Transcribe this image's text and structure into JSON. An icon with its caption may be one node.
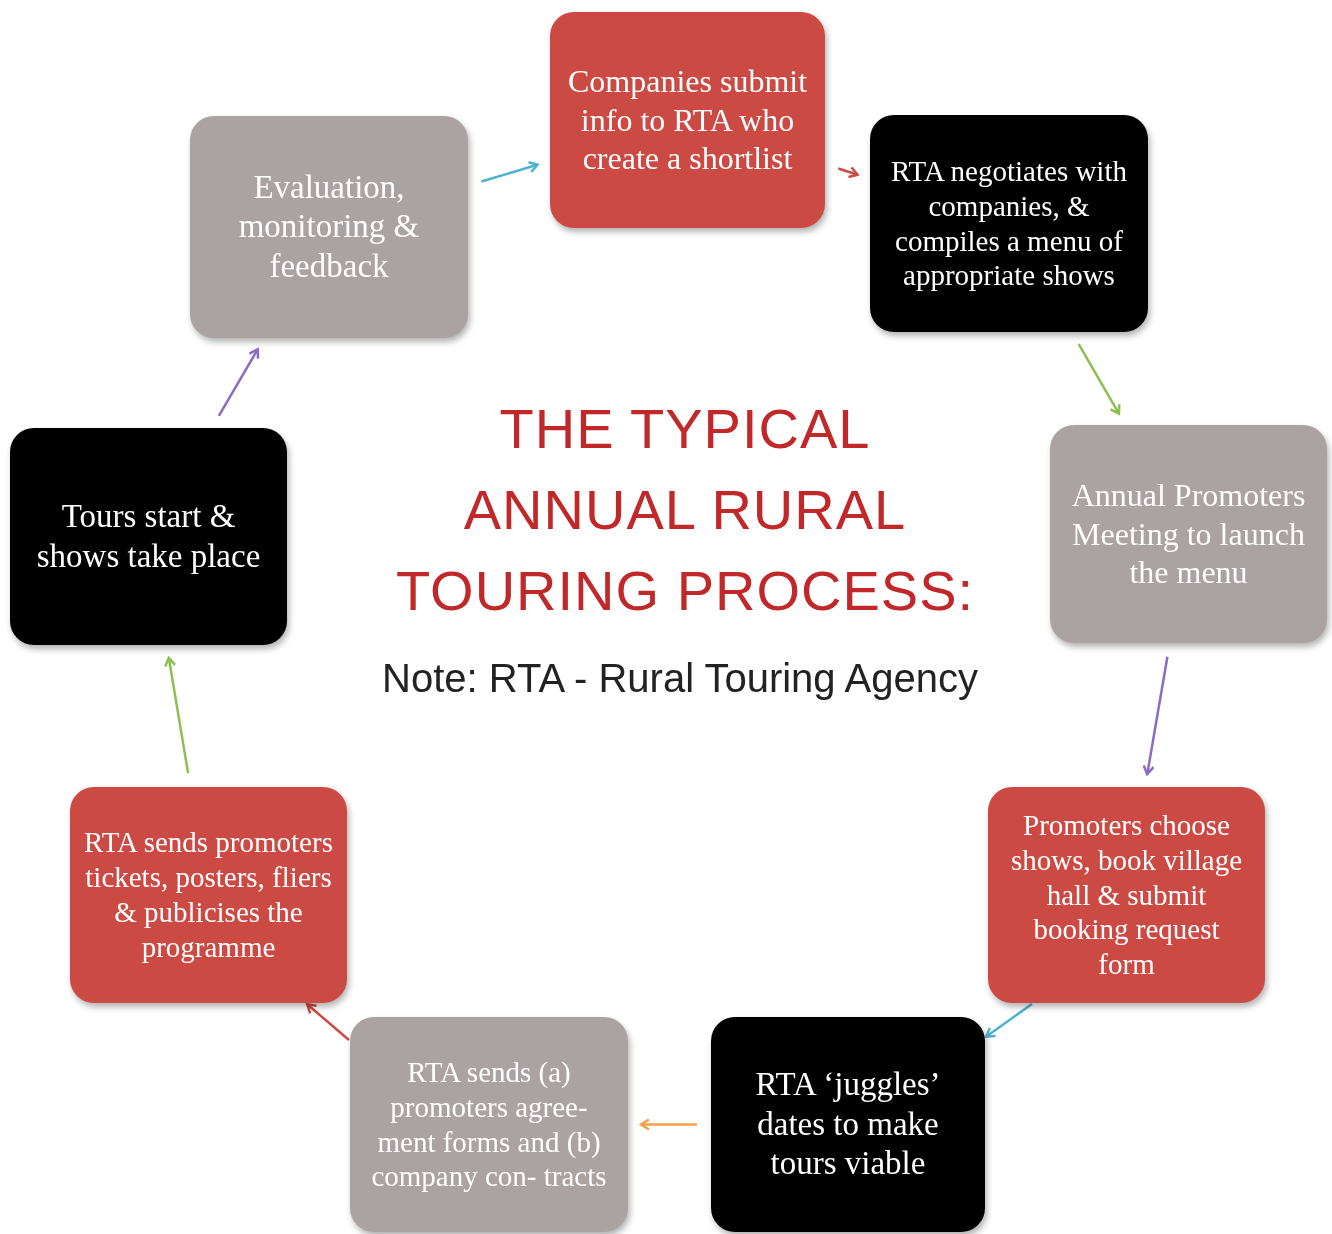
{
  "diagram": {
    "title": "THE TYPICAL ANNUAL RURAL TOURING PROCESS:",
    "nodes": [
      {
        "text": [
          "Companies submit info to RTA who create a shortlist"
        ]
      },
      {
        "text": [
          "RTA negotiates with companies, & compiles a menu of appropriate shows"
        ]
      },
      {
        "text": [
          "Annual Promoters Meeting to launch the menu"
        ]
      },
      {
        "text": [
          "Promoters choose shows, book village hall & submit booking request form"
        ]
      },
      {
        "text": [
          "RTA ‘juggles’ dates to make tours viable"
        ]
      },
      {
        "text": [
          "RTA sends (a) promoters agree- ment forms and (b) company con- tracts"
        ]
      },
      {
        "text": [
          "RTA sends promoters tickets, posters, fliers & publicises the programme"
        ]
      },
      {
        "text": [
          "Tours start & shows take place"
        ]
      },
      {
        "text": [
          "Evaluation, monitoring & feedback"
        ]
      }
    ],
    "edges": [
      {
        "from": 8,
        "to": 0,
        "arrow": "to",
        "color": "#4fb3d0"
      },
      {
        "from": 0,
        "to": 1,
        "arrow": "to",
        "color": "#cc4a44"
      },
      {
        "from": 1,
        "to": 2,
        "arrow": "to",
        "color": "#8cc051"
      },
      {
        "from": 2,
        "to": 3,
        "arrow": "to",
        "color": "#8a6cc0"
      },
      {
        "from": 3,
        "to": 4,
        "arrow": "to",
        "color": "#4fb3d0"
      },
      {
        "from": 4,
        "to": 5,
        "arrow": "to",
        "color": "#f2a04a"
      },
      {
        "from": 5,
        "to": 6,
        "arrow": "to",
        "color": "#cc4a44"
      },
      {
        "from": 6,
        "to": 7,
        "arrow": "to",
        "color": "#8cc051"
      },
      {
        "from": 7,
        "to": 8,
        "arrow": "to",
        "color": "#8a6cc0"
      }
    ],
    "labels": [
      "Note: RTA - Rural Touring Agency"
    ]
  }
}
